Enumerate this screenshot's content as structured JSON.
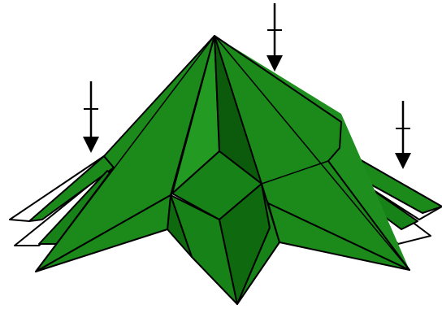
{
  "diagram": {
    "subject": "origami-folding-step",
    "colors": {
      "paper_main": "#1b8a1b",
      "paper_light": "#2aa52a",
      "paper_mid": "#178217",
      "paper_dark": "#0f6a0f",
      "paper_shadow": "#0c5a0c",
      "paper_deep": "#0a4f0a",
      "outline": "#000000",
      "background": "#ffffff",
      "arrow": "#000000"
    },
    "arrows": [
      {
        "name": "left-arrow",
        "icon": "down-arrow-icon",
        "direction": "down"
      },
      {
        "name": "center-arrow",
        "icon": "down-arrow-icon",
        "direction": "down"
      },
      {
        "name": "right-arrow",
        "icon": "down-arrow-icon",
        "direction": "down"
      }
    ]
  }
}
